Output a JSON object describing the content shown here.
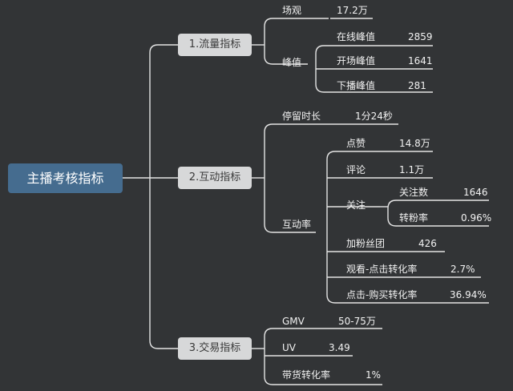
{
  "root": "主播考核指标",
  "branches": {
    "traffic": {
      "label": "1.流量指标",
      "views": {
        "label": "场观",
        "value": "17.2万"
      },
      "peak": {
        "label": "峰值",
        "online": {
          "label": "在线峰值",
          "value": "2859"
        },
        "open": {
          "label": "开场峰值",
          "value": "1641"
        },
        "close": {
          "label": "下播峰值",
          "value": "281"
        }
      }
    },
    "interaction": {
      "label": "2.互动指标",
      "stay": {
        "label": "停留时长",
        "value": "1分24秒"
      },
      "rate": {
        "label": "互动率",
        "likes": {
          "label": "点赞",
          "value": "14.8万"
        },
        "comments": {
          "label": "评论",
          "value": "1.1万"
        },
        "follow": {
          "label": "关注",
          "count": {
            "label": "关注数",
            "value": "1646"
          },
          "conversion": {
            "label": "转粉率",
            "value": "0.96%"
          }
        },
        "fan_group": {
          "label": "加粉丝团",
          "value": "426"
        },
        "view_click": {
          "label": "观看-点击转化率",
          "value": "2.7%"
        },
        "click_buy": {
          "label": "点击-购买转化率",
          "value": "36.94%"
        }
      }
    },
    "trade": {
      "label": "3.交易指标",
      "gmv": {
        "label": "GMV",
        "value": "50-75万"
      },
      "uv": {
        "label": "UV",
        "value": "3.49"
      },
      "sales_conversion": {
        "label": "带货转化率",
        "value": "1%"
      }
    }
  }
}
